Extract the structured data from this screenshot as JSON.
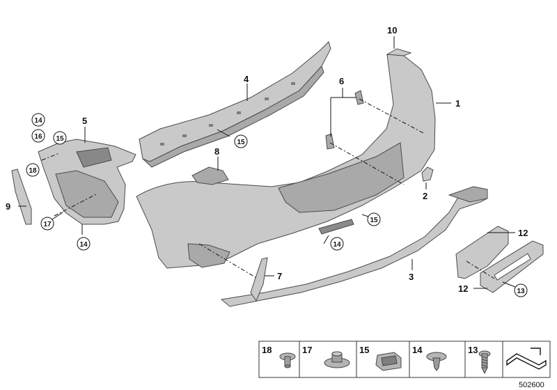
{
  "diagram": {
    "reference_number": "502600",
    "callouts": [
      {
        "label": "1"
      },
      {
        "label": "2"
      },
      {
        "label": "3"
      },
      {
        "label": "4"
      },
      {
        "label": "5"
      },
      {
        "label": "6"
      },
      {
        "label": "7"
      },
      {
        "label": "8"
      },
      {
        "label": "9"
      },
      {
        "label": "10"
      },
      {
        "label": "12"
      },
      {
        "label": "12"
      }
    ],
    "circled_callouts": [
      {
        "label": "14"
      },
      {
        "label": "16"
      },
      {
        "label": "15"
      },
      {
        "label": "18"
      },
      {
        "label": "17"
      },
      {
        "label": "14"
      },
      {
        "label": "15"
      },
      {
        "label": "15"
      },
      {
        "label": "14"
      },
      {
        "label": "13"
      }
    ],
    "fastener_legend": [
      {
        "label": "18"
      },
      {
        "label": "17"
      },
      {
        "label": "15"
      },
      {
        "label": "14"
      },
      {
        "label": "13"
      }
    ]
  }
}
